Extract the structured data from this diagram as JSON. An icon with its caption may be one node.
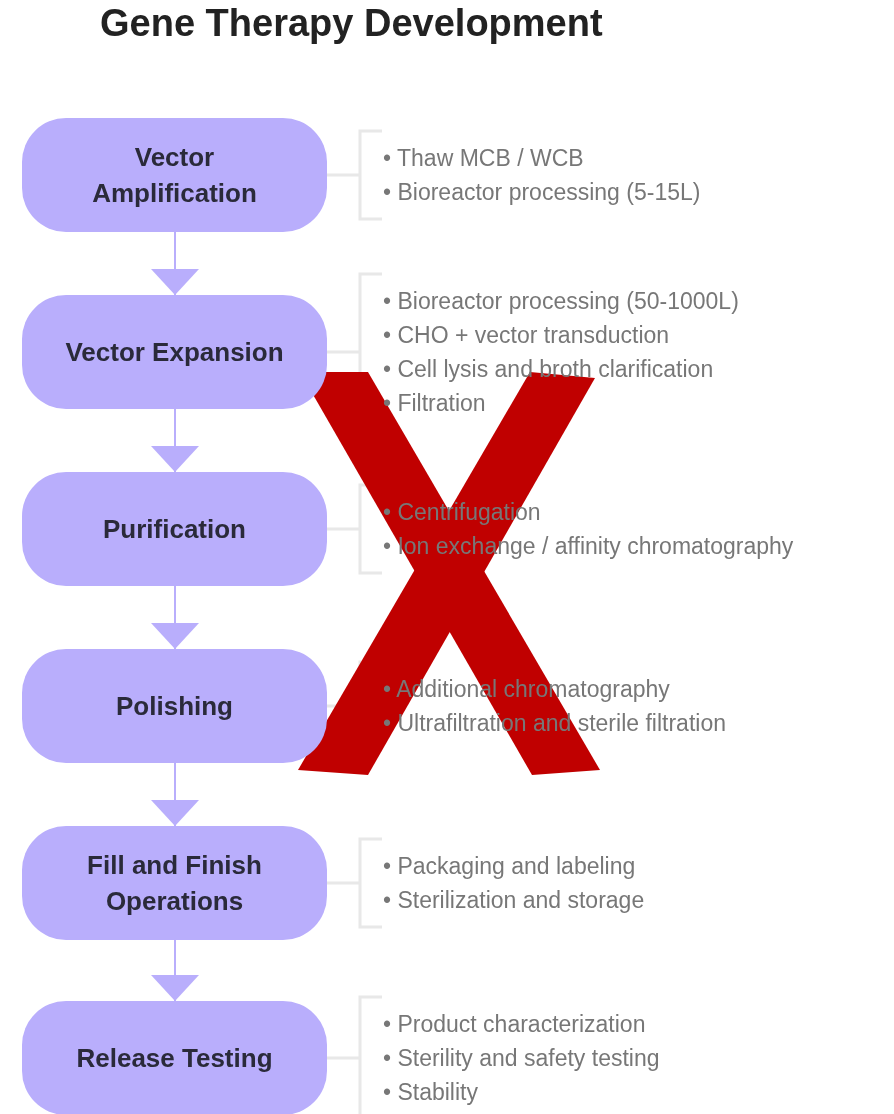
{
  "diagram": {
    "title": "Gene Therapy Development",
    "nodes": [
      {
        "text": [
          "Vector Amplification"
        ],
        "beside": [
          "• Thaw MCB / WCB",
          "• Bioreactor processing (5-15L)"
        ]
      },
      {
        "text": [
          "Vector Expansion"
        ],
        "beside": [
          "• Bioreactor processing (50-1000L)",
          "• CHO + vector transduction",
          "• Cell lysis and broth clarification",
          "• Filtration"
        ]
      },
      {
        "text": [
          "Purification"
        ],
        "beside": [
          "• Centrifugation",
          "• Ion exchange / affinity chromatography"
        ]
      },
      {
        "text": [
          "Polishing"
        ],
        "beside": [
          "• Additional chromatography",
          "• Ultrafiltration and sterile filtration"
        ]
      },
      {
        "text": [
          "Fill and Finish Operations"
        ],
        "beside": [
          "• Packaging and labeling",
          "• Sterilization and storage"
        ]
      },
      {
        "text": [
          "Release Testing"
        ],
        "beside": [
          "• Product characterization",
          "• Sterility and safety testing",
          "• Stability"
        ]
      }
    ],
    "edges": [
      {
        "from": 0,
        "to": 1,
        "arrow": "to"
      },
      {
        "from": 1,
        "to": 2,
        "arrow": "to"
      },
      {
        "from": 2,
        "to": 3,
        "arrow": "to"
      },
      {
        "from": 3,
        "to": 4,
        "arrow": "to"
      },
      {
        "from": 4,
        "to": 5,
        "arrow": "to"
      }
    ]
  }
}
